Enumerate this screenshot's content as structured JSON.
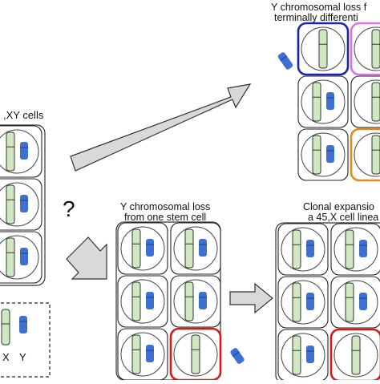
{
  "labels": {
    "top_right_line1": "Y chromosomal loss f",
    "top_right_line2": "terminally differenti",
    "left_title": ",XY cells",
    "question": "?",
    "middle_line1": "Y chromosomal loss",
    "middle_line2": "from one stem cell",
    "right_line1": "Clonal expansio",
    "right_line2": "a 45,X cell linea",
    "legend_x": "X",
    "legend_y": "Y"
  },
  "colors": {
    "x_chromosome": "#cfe8bf",
    "y_chromosome": "#3f6fd1",
    "cell_border": "#222222",
    "stem_border": "#333333",
    "highlight_blue": "#1c22b3",
    "highlight_pink": "#e070e0",
    "highlight_orange": "#e48a16",
    "highlight_red": "#d11a1a",
    "arrow_fill": "#d9d9d9"
  },
  "panels": [
    {
      "name": "xy-cells",
      "cells": [
        {
          "y": true,
          "highlight": ""
        },
        {
          "y": true,
          "highlight": ""
        },
        {
          "y": true,
          "highlight": ""
        }
      ]
    },
    {
      "name": "terminal-loss",
      "cells": [
        {
          "y": false,
          "highlight": "blue"
        },
        {
          "y": false,
          "highlight": "pink"
        },
        {
          "y": true,
          "highlight": ""
        },
        {
          "y": false,
          "highlight": ""
        },
        {
          "y": true,
          "highlight": ""
        },
        {
          "y": false,
          "highlight": "orange"
        }
      ]
    },
    {
      "name": "stem-loss",
      "cells": [
        {
          "y": true,
          "highlight": ""
        },
        {
          "y": true,
          "highlight": ""
        },
        {
          "y": true,
          "highlight": ""
        },
        {
          "y": true,
          "highlight": ""
        },
        {
          "y": true,
          "highlight": ""
        },
        {
          "y": false,
          "highlight": "red"
        }
      ]
    },
    {
      "name": "clonal-expansion",
      "cells": [
        {
          "y": true,
          "highlight": ""
        },
        {
          "y": true,
          "highlight": ""
        },
        {
          "y": true,
          "highlight": ""
        },
        {
          "y": true,
          "highlight": ""
        },
        {
          "y": true,
          "highlight": ""
        },
        {
          "y": false,
          "highlight": "red"
        }
      ]
    }
  ]
}
